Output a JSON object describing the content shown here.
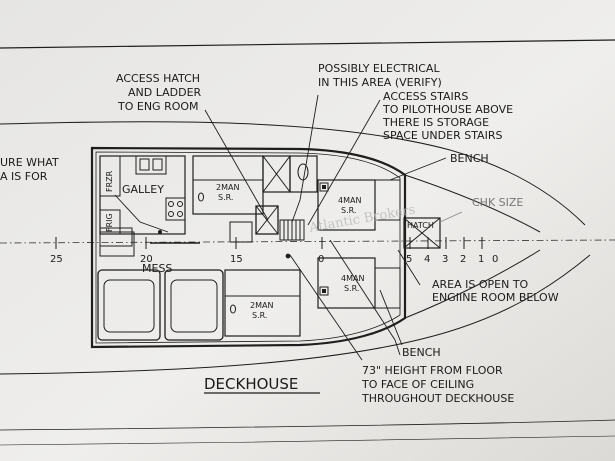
{
  "title": "DECKHOUSE",
  "watermark": "Atlantic Brokers",
  "callouts": {
    "access_hatch": [
      "ACCESS HATCH",
      "AND LADDER",
      "TO ENG ROOM"
    ],
    "electrical": [
      "POSSIBLY ELECTRICAL",
      "IN THIS AREA (VERIFY)"
    ],
    "stairs": [
      "ACCESS STAIRS",
      "TO PILOTHOUSE ABOVE",
      "THERE IS STORAGE",
      "SPACE UNDER STAIRS"
    ],
    "bench_top": "BENCH",
    "bench_bottom": "BENCH",
    "chk_size": "CHK SIZE",
    "area_open": [
      "AREA IS OPEN TO",
      "ENGIINE ROOM BELOW"
    ],
    "height": [
      "73\" HEIGHT FROM FLOOR",
      "TO FACE OF CEILING",
      "THROUGHOUT DECKHOUSE"
    ],
    "cut_off": [
      "URE WHAT",
      "A IS FOR"
    ]
  },
  "rooms": {
    "galley": "GALLEY",
    "frzr": "FRZR",
    "frig": "FRIG",
    "mess": "MESS",
    "hatch": "HATCH",
    "sr2_top": [
      "2MAN",
      "S.R."
    ],
    "sr4_top": [
      "4MAN",
      "S.R."
    ],
    "sr4_bottom": [
      "4MAN",
      "S.R."
    ],
    "sr2_bottom": [
      "2MAN",
      "S.R."
    ]
  },
  "stations": [
    "25",
    "20",
    "15",
    "0",
    "5",
    "4",
    "3",
    "2",
    "1",
    "0"
  ]
}
